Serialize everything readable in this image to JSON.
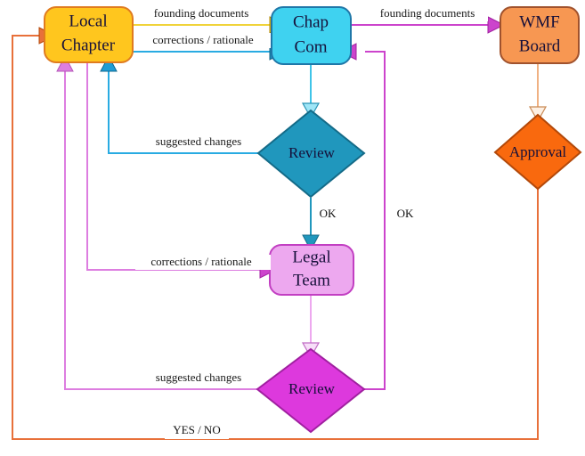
{
  "diagram": {
    "title": "Chapter founding document approval workflow",
    "background": "#ffffff",
    "nodes": [
      {
        "id": "local-chapter",
        "label_line1": "Local",
        "label_line2": "Chapter",
        "shape": "rounded-rect",
        "fill": "#ffc61e",
        "stroke": "#e07b1f"
      },
      {
        "id": "chap-com",
        "label_line1": "Chap",
        "label_line2": "Com",
        "shape": "rounded-rect",
        "fill": "#3fd2f0",
        "stroke": "#1f77a8"
      },
      {
        "id": "wmf-board",
        "label_line1": "WMF",
        "label_line2": "Board",
        "shape": "rounded-rect",
        "fill": "#f79752",
        "stroke": "#a0522d"
      },
      {
        "id": "chapcom-review",
        "label_line1": "Review",
        "shape": "diamond",
        "fill": "#2097bd",
        "stroke": "#146b88"
      },
      {
        "id": "legal-team",
        "label_line1": "Legal",
        "label_line2": "Team",
        "shape": "rounded-rect",
        "fill": "#eda8ef",
        "stroke": "#c23fc2"
      },
      {
        "id": "legal-review",
        "label_line1": "Review",
        "shape": "diamond",
        "fill": "#dd39dd",
        "stroke": "#a020a0"
      },
      {
        "id": "wmf-approval",
        "label_line1": "Approval",
        "shape": "diamond",
        "fill": "#f9690e",
        "stroke": "#b3490a"
      }
    ],
    "edges": [
      {
        "id": "lc-to-cc-founding",
        "label": "founding documents",
        "color": "#f0d33a",
        "from": "local-chapter",
        "to": "chap-com"
      },
      {
        "id": "lc-to-cc-corrections",
        "label": "corrections / rationale",
        "color": "#29abe2",
        "from": "local-chapter",
        "to": "chap-com"
      },
      {
        "id": "cc-to-wmf-founding",
        "label": "founding documents",
        "color": "#cc44cc",
        "from": "chap-com",
        "to": "wmf-board"
      },
      {
        "id": "cc-to-review",
        "label": "",
        "color": "#3fc4e8",
        "from": "chap-com",
        "to": "chapcom-review"
      },
      {
        "id": "review-to-lc-suggested",
        "label": "suggested changes",
        "color": "#29abe2",
        "from": "chapcom-review",
        "to": "local-chapter"
      },
      {
        "id": "review-to-legal-ok",
        "label": "OK",
        "color": "#2097bd",
        "from": "chapcom-review",
        "to": "legal-team"
      },
      {
        "id": "legal-corrections-to-lc",
        "label": "corrections / rationale",
        "color": "#dd7ee0",
        "from": "local-chapter",
        "to": "legal-team"
      },
      {
        "id": "legal-to-legalreview",
        "label": "",
        "color": "#eda8ef",
        "from": "legal-team",
        "to": "legal-review"
      },
      {
        "id": "legalreview-to-lc-suggested",
        "label": "suggested changes",
        "color": "#dd7ee0",
        "from": "legal-review",
        "to": "local-chapter"
      },
      {
        "id": "legalreview-to-cc-ok",
        "label": "OK",
        "color": "#cc44cc",
        "from": "legal-review",
        "to": "chap-com"
      },
      {
        "id": "wmf-to-approval",
        "label": "",
        "color": "#f0b183",
        "from": "wmf-board",
        "to": "wmf-approval"
      },
      {
        "id": "approval-to-lc-yesno",
        "label": "YES / NO",
        "color": "#e8703a",
        "from": "wmf-approval",
        "to": "local-chapter"
      }
    ]
  }
}
